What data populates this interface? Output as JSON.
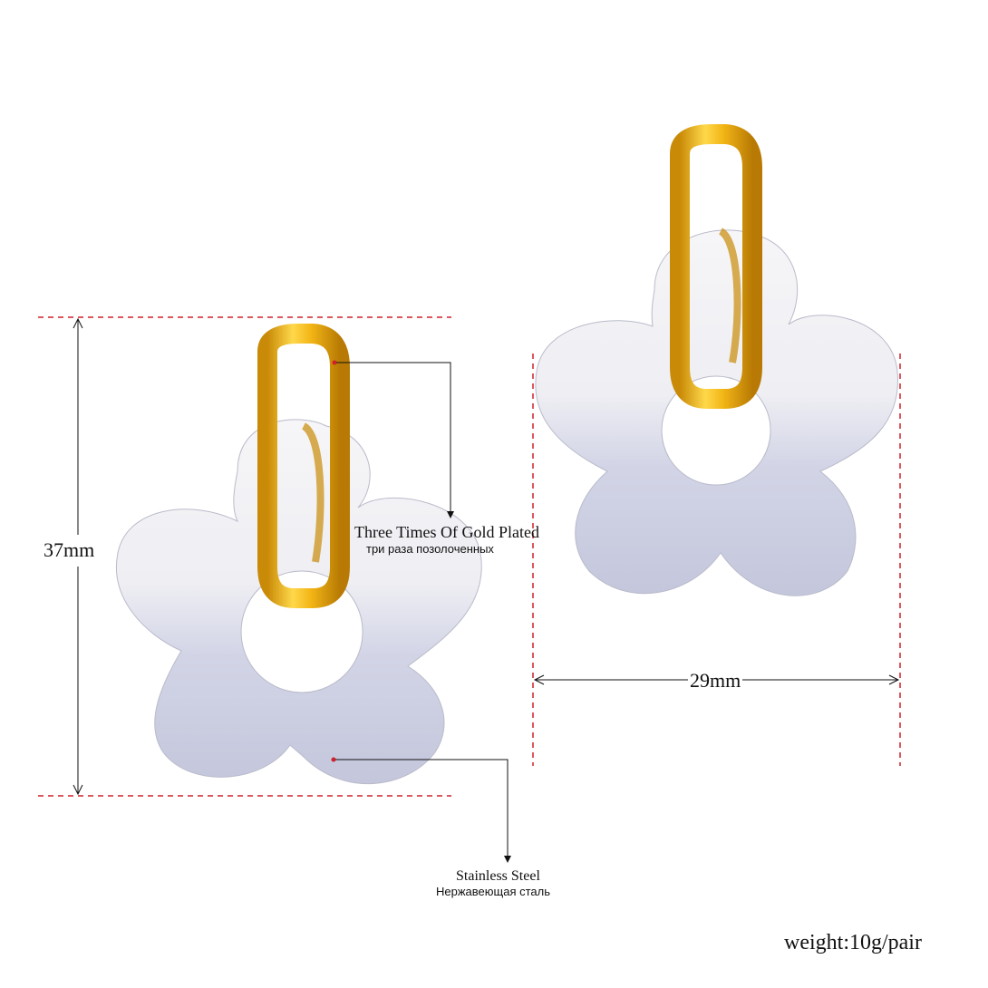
{
  "dimensions": {
    "height": "37mm",
    "width": "29mm"
  },
  "materials": {
    "plating_en": "Three Times Of Gold Plated",
    "plating_ru": "три раза позолоченных",
    "base_en": "Stainless Steel",
    "base_ru": "Нержавеющая сталь"
  },
  "weight": "weight:10g/pair",
  "colors": {
    "guide_line": "#d0202a",
    "gold": "#f0b21a",
    "silver": "#c9cbdc",
    "text": "#111111"
  }
}
